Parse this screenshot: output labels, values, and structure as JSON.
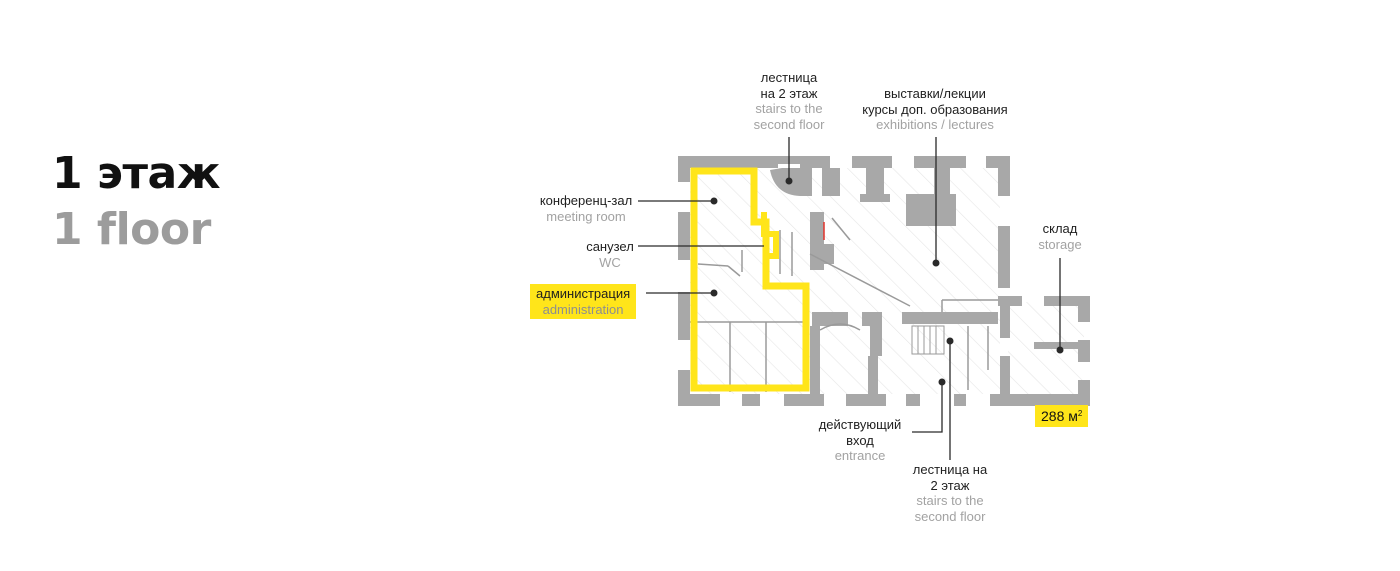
{
  "title": {
    "ru": "1 этаж",
    "en": "1 floor"
  },
  "labels": {
    "stairs_top": {
      "ru1": "лестница",
      "ru2": "на 2 этаж",
      "en1": "stairs to the",
      "en2": "second floor"
    },
    "exhibitions": {
      "ru1": "выставки/лекции",
      "ru2": "курсы доп. образования",
      "en1": "exhibitions / lectures"
    },
    "meeting": {
      "ru1": "конференц-зал",
      "en1": "meeting room"
    },
    "wc": {
      "ru1": "санузел",
      "en1": "WC"
    },
    "admin": {
      "ru1": "администрация",
      "en1": "administration"
    },
    "storage": {
      "ru1": "склад",
      "en1": "storage"
    },
    "entrance": {
      "ru1": "действующий",
      "ru2": "вход",
      "en1": "entrance"
    },
    "stairs_bottom": {
      "ru1": "лестница на",
      "ru2": "2 этаж",
      "en1": "stairs to the",
      "en2": "second floor"
    }
  },
  "area": {
    "value": "288 м",
    "sup": "2"
  },
  "colors": {
    "wall": "#a8a8a8",
    "highlight": "#ffe51a",
    "hatch": "#e6e6e6",
    "accent": "#e0322b"
  }
}
